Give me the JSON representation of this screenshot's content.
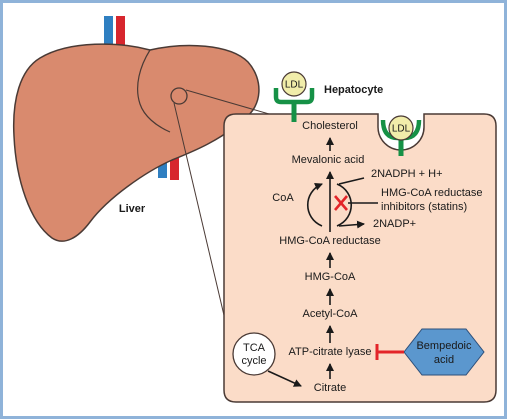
{
  "labels": {
    "hepatocyte": "Hepatocyte",
    "liver": "Liver",
    "ldl_1": "LDL",
    "ldl_2": "LDL",
    "cholesterol": "Cholesterol",
    "mevalonic_acid": "Mevalonic acid",
    "nadph": "2NADPH + H+",
    "coa": "CoA",
    "statins_line1": "HMG-CoA reductase",
    "statins_line2": "inhibitors (statins)",
    "nadp": "2NADP+",
    "hmg_coa_reductase": "HMG-CoA reductase",
    "hmg_coa": "HMG-CoA",
    "acetyl_coa": "Acetyl-CoA",
    "atp_citrate_lyase": "ATP-citrate lyase",
    "citrate": "Citrate",
    "tca_line1": "TCA",
    "tca_line2": "cycle",
    "bempedoic_line1": "Bempedoic",
    "bempedoic_line2": "acid"
  },
  "colors": {
    "frame_border": "#8fb3d9",
    "liver_fill": "#d98a6e",
    "liver_stroke": "#4a3a35",
    "cell_fill": "#fbdcc8",
    "ldl_fill": "#f1edaa",
    "receptor": "#169146",
    "inhibitor": "#e32429",
    "hexagon_fill": "#5b97ce",
    "vessel_blue": "#2f7fc1",
    "vessel_red": "#d7262e"
  }
}
